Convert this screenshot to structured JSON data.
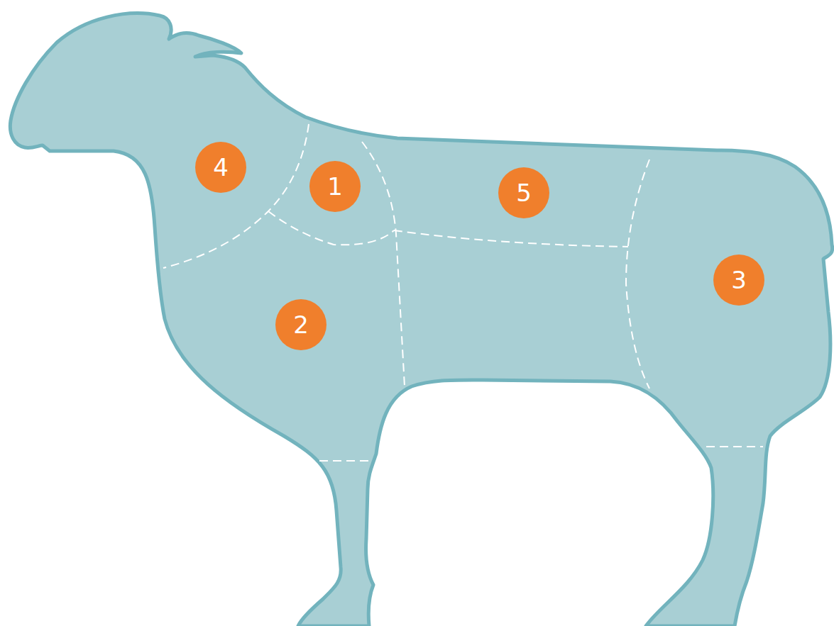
{
  "diagram": {
    "nodes": [
      {
        "text": [
          "4"
        ]
      },
      {
        "text": [
          "1"
        ]
      },
      {
        "text": [
          "5"
        ]
      },
      {
        "text": [
          "3"
        ]
      },
      {
        "text": [
          "2"
        ]
      }
    ]
  }
}
